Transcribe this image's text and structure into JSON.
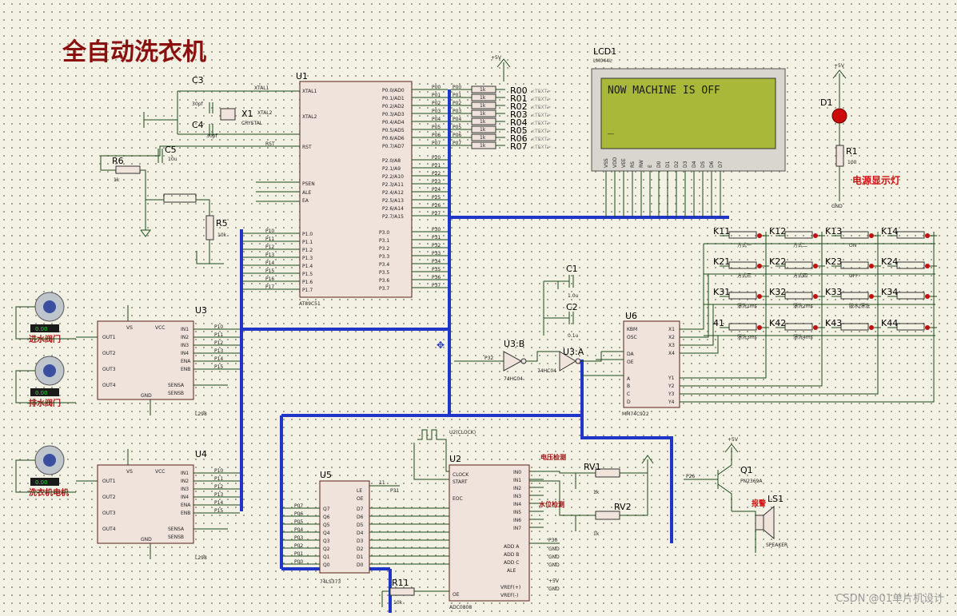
{
  "title": "全自动洗衣机",
  "lcd": {
    "ref": "LCD1",
    "model": "LM044L",
    "line1": "NOW MACHINE IS OFF",
    "line2": "_"
  },
  "mcu": {
    "ref": "U1",
    "model": "AT89C51"
  },
  "crystal": {
    "ref": "X1",
    "type": "CRYSTAL"
  },
  "caps": {
    "c3": "C3",
    "c4": "C4",
    "c5": "C5",
    "c1": "C1",
    "c2": "C2",
    "c3_val": "30pf",
    "c4_val": "30pf",
    "c5_val": "10u",
    "c1_val": "1.0u",
    "c2_val": "0.1u"
  },
  "resistors": {
    "r6": "R6",
    "r6_val": "1k",
    "r5": "R5",
    "r5_val": "10k",
    "r1": "R1",
    "r1_val": "100",
    "r11": "R11",
    "r11_val": "10k"
  },
  "rpack": [
    "R00",
    "R01",
    "R02",
    "R03",
    "R04",
    "R05",
    "R06",
    "R07"
  ],
  "power_led": {
    "ref": "D1",
    "label": "电源显示灯"
  },
  "drivers": [
    {
      "ref": "U3",
      "model": "L298",
      "motor1": "进水阀门",
      "motor2": "排水阀门"
    },
    {
      "ref": "U4",
      "model": "L298",
      "motor1": "洗衣机电机"
    }
  ],
  "keys": [
    [
      "K11",
      "K12",
      "K13",
      "K14"
    ],
    [
      "K21",
      "K22",
      "K23",
      "K24"
    ],
    [
      "K31",
      "K32",
      "K33",
      "K34"
    ],
    [
      "41",
      "K42",
      "K43",
      "K44"
    ]
  ],
  "key_labels": [
    [
      "方式一",
      "方式二",
      "ON",
      ""
    ],
    [
      "方式三",
      "方式四",
      "OFF",
      ""
    ],
    [
      "漂洗1ms",
      "漂洗2ms",
      "脱水/漂洗",
      ""
    ],
    [
      "漂洗3ms",
      "漂洗4ms",
      "",
      ""
    ]
  ],
  "encoder": {
    "ref": "U6",
    "model": "MM74C922"
  },
  "inverters": {
    "a": "U3:A",
    "b": "U3:B",
    "model": "74HC04"
  },
  "adc": {
    "ref": "U2",
    "model": "ADC0808",
    "clock": "U2(CLOCK)"
  },
  "latch": {
    "ref": "U5",
    "model": "74LS373"
  },
  "pots": {
    "rv1": "RV1",
    "rv2": "RV2",
    "label1": "电压检测",
    "label2": "水位检测",
    "val": "1k"
  },
  "transistor": {
    "ref": "Q1",
    "model": "PN2369A"
  },
  "speaker": {
    "ref": "LS1",
    "model": "SPEAKER",
    "label": "报警"
  },
  "vcc": "+5V",
  "gnd": "GND",
  "watermark": "CSDN @01单片机设计"
}
